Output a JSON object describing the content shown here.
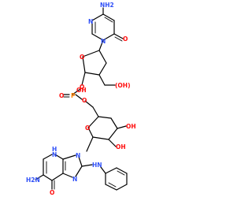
{
  "molecule": {
    "colors": {
      "carbon": "#000000",
      "nitrogen": "#3050f8",
      "oxygen": "#ff0d0d",
      "phosphorus": "#ff8000"
    },
    "labels": {
      "cyt_nh2": "NH2",
      "cyt_n3": "N",
      "cyt_n1": "N",
      "cyt_o2": "O",
      "sug1_oring": "O",
      "sug1_oh": "(OH)",
      "sug1_o3": "O",
      "p_atom": "P",
      "p_o_double": "O",
      "p_oh": "OH",
      "p_o5": "O",
      "sug2_oring": "O",
      "sug2_oh3": "OH",
      "sug2_oh2": "OH",
      "gua_h2n": "H2N",
      "gua_nh": "N",
      "gua_h": "H",
      "gua_n3": "N",
      "gua_n9": "N",
      "gua_n7": "N",
      "gua_o6": "O",
      "gua_nh_anilino": "HN"
    }
  }
}
